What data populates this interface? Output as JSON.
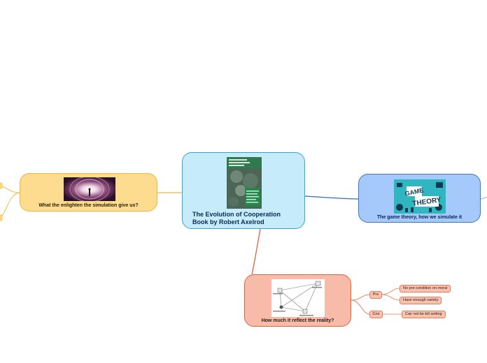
{
  "central": {
    "title_line1": "The Evolution of Cooperation",
    "title_line2": "Book by Robert Axelrod"
  },
  "topics": {
    "game": {
      "label": "The game theory, how we simulate it",
      "image": "game-theory-picture"
    },
    "enlight": {
      "label": "What the enlighten the simulation give us?",
      "image": "light-tunnel-picture"
    },
    "reality": {
      "label": "How much it reflect the reality?",
      "image": "network-diagram-picture",
      "pro": {
        "label": "Pro",
        "items": [
          "No pre-condition on moral",
          "Have enough variety"
        ]
      },
      "con": {
        "label": "Con",
        "items": [
          "Can not be kill setting"
        ]
      }
    }
  },
  "colors": {
    "central": "#c6ecfb",
    "game": "#a6c9fb",
    "enlight": "#fddb8f",
    "reality": "#f8bba9",
    "line_blue": "#2f6fc6",
    "line_orange": "#f0b53a",
    "line_red": "#e0603a"
  }
}
